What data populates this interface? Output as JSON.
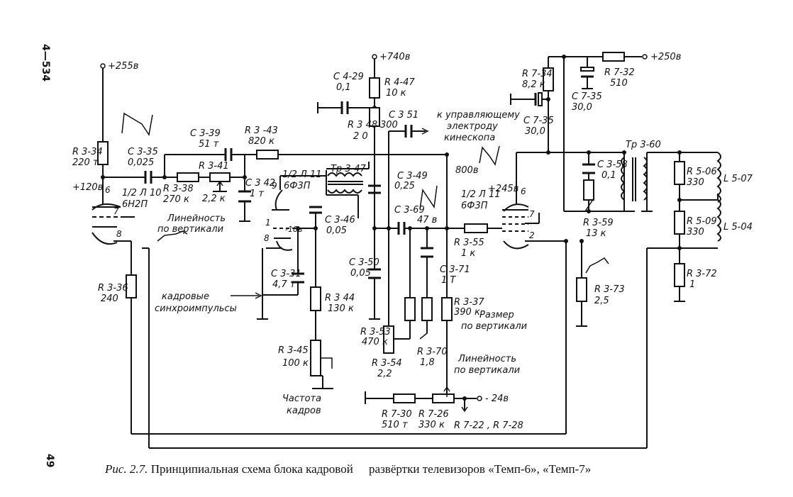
{
  "side": {
    "code": "4—534",
    "page": "49"
  },
  "caption": {
    "figure": "Рис. 2.7.",
    "text_a": "Принципиальная схема блока кадровой",
    "text_b": "развёртки телевизоров «Темп-6», «Темп-7»"
  },
  "rails": {
    "v255": "+255в",
    "v740": "+740в",
    "v250": "+250в",
    "v120": "+120в",
    "v245": "+245в",
    "vm24": "- 24в",
    "vm18": "-18в",
    "v800": "800в"
  },
  "parts": {
    "r334": [
      "R 3-34",
      "220 т"
    ],
    "c335": [
      "C 3-35",
      "0,025"
    ],
    "r338": [
      "R 3-38",
      "270 к"
    ],
    "r341": [
      "R 3-41",
      "2,2 к"
    ],
    "c339": [
      "C 3-39",
      "51 т"
    ],
    "r343": [
      "R 3 -43",
      "820 к"
    ],
    "c342": [
      "C 3 42",
      "1 т"
    ],
    "v1": [
      "1/2 Л 10",
      "6Н2П"
    ],
    "v2": [
      "1/2 Л 11",
      "6Ф3П"
    ],
    "v3": [
      "1/2 Л 11",
      "6Ф3П"
    ],
    "tr347": "Тр 3-47",
    "c346": [
      "C 3-46",
      "0,05"
    ],
    "c331": [
      "C 3-31",
      "4,7 т"
    ],
    "r336": [
      "R 3-36",
      "240"
    ],
    "r344": [
      "R 3 44",
      "130 к"
    ],
    "r345": [
      "R 3-45",
      "100 к"
    ],
    "c429": [
      "C 4-29",
      "0,1"
    ],
    "r447": [
      "R 4-47",
      "10 к"
    ],
    "r348": [
      "R 3 48",
      "2 0"
    ],
    "c351": [
      "C 3 51",
      "300"
    ],
    "c349": [
      "C 3-49",
      "0,25"
    ],
    "c369": [
      "C 3-69",
      "47 в"
    ],
    "c350": [
      "C 3-50",
      "0,05"
    ],
    "r355": [
      "R 3-55",
      "1 к"
    ],
    "c371": [
      "C 3-71",
      "1 Т"
    ],
    "r337": [
      "R 3-37",
      "390 к"
    ],
    "r353": [
      "R 3-53",
      "470 к"
    ],
    "r354": [
      "R 3-54",
      "2,2"
    ],
    "r370": [
      "R 3-70",
      "1,8"
    ],
    "r730": [
      "R 7-30",
      "510 т"
    ],
    "r726": [
      "R 7-26",
      "330 к"
    ],
    "r722": "R 7-22 , R 7-28",
    "r734": [
      "R 7-34",
      "8,2 к"
    ],
    "c735a": [
      "C 7-35",
      "30,0"
    ],
    "c735b": [
      "C 7-35",
      "30,0"
    ],
    "r732": [
      "R 7-32",
      "510"
    ],
    "tr360": "Тр 3-60",
    "c358": [
      "C 3-58",
      "0,1"
    ],
    "r359": [
      "R 3-59",
      "13 к"
    ],
    "r373": [
      "R 3-73",
      "2,5"
    ],
    "r506": [
      "R 5-06",
      "330"
    ],
    "r509": [
      "R 5-09",
      "330"
    ],
    "r372": [
      "R 3-72",
      "1"
    ],
    "l507": "L 5-07",
    "l504": "L 5-04"
  },
  "pins": {
    "p6a": "6",
    "p7a": "7",
    "p8a": "8",
    "p9": "9",
    "p1": "1",
    "p8b": "8",
    "p6b": "6",
    "p7b": "7",
    "p2": "2"
  },
  "notes": {
    "lin1": [
      "Линейность",
      "по вертикали"
    ],
    "sync": [
      "кадровые",
      "синхроимпульсы"
    ],
    "freq": [
      "Частота",
      "кадров"
    ],
    "kin": [
      "к управляющему",
      "электроду",
      "кинескопа"
    ],
    "size": [
      "Размер",
      "по вертикали"
    ],
    "lin2": [
      "Линейность",
      "по вертикали"
    ]
  }
}
